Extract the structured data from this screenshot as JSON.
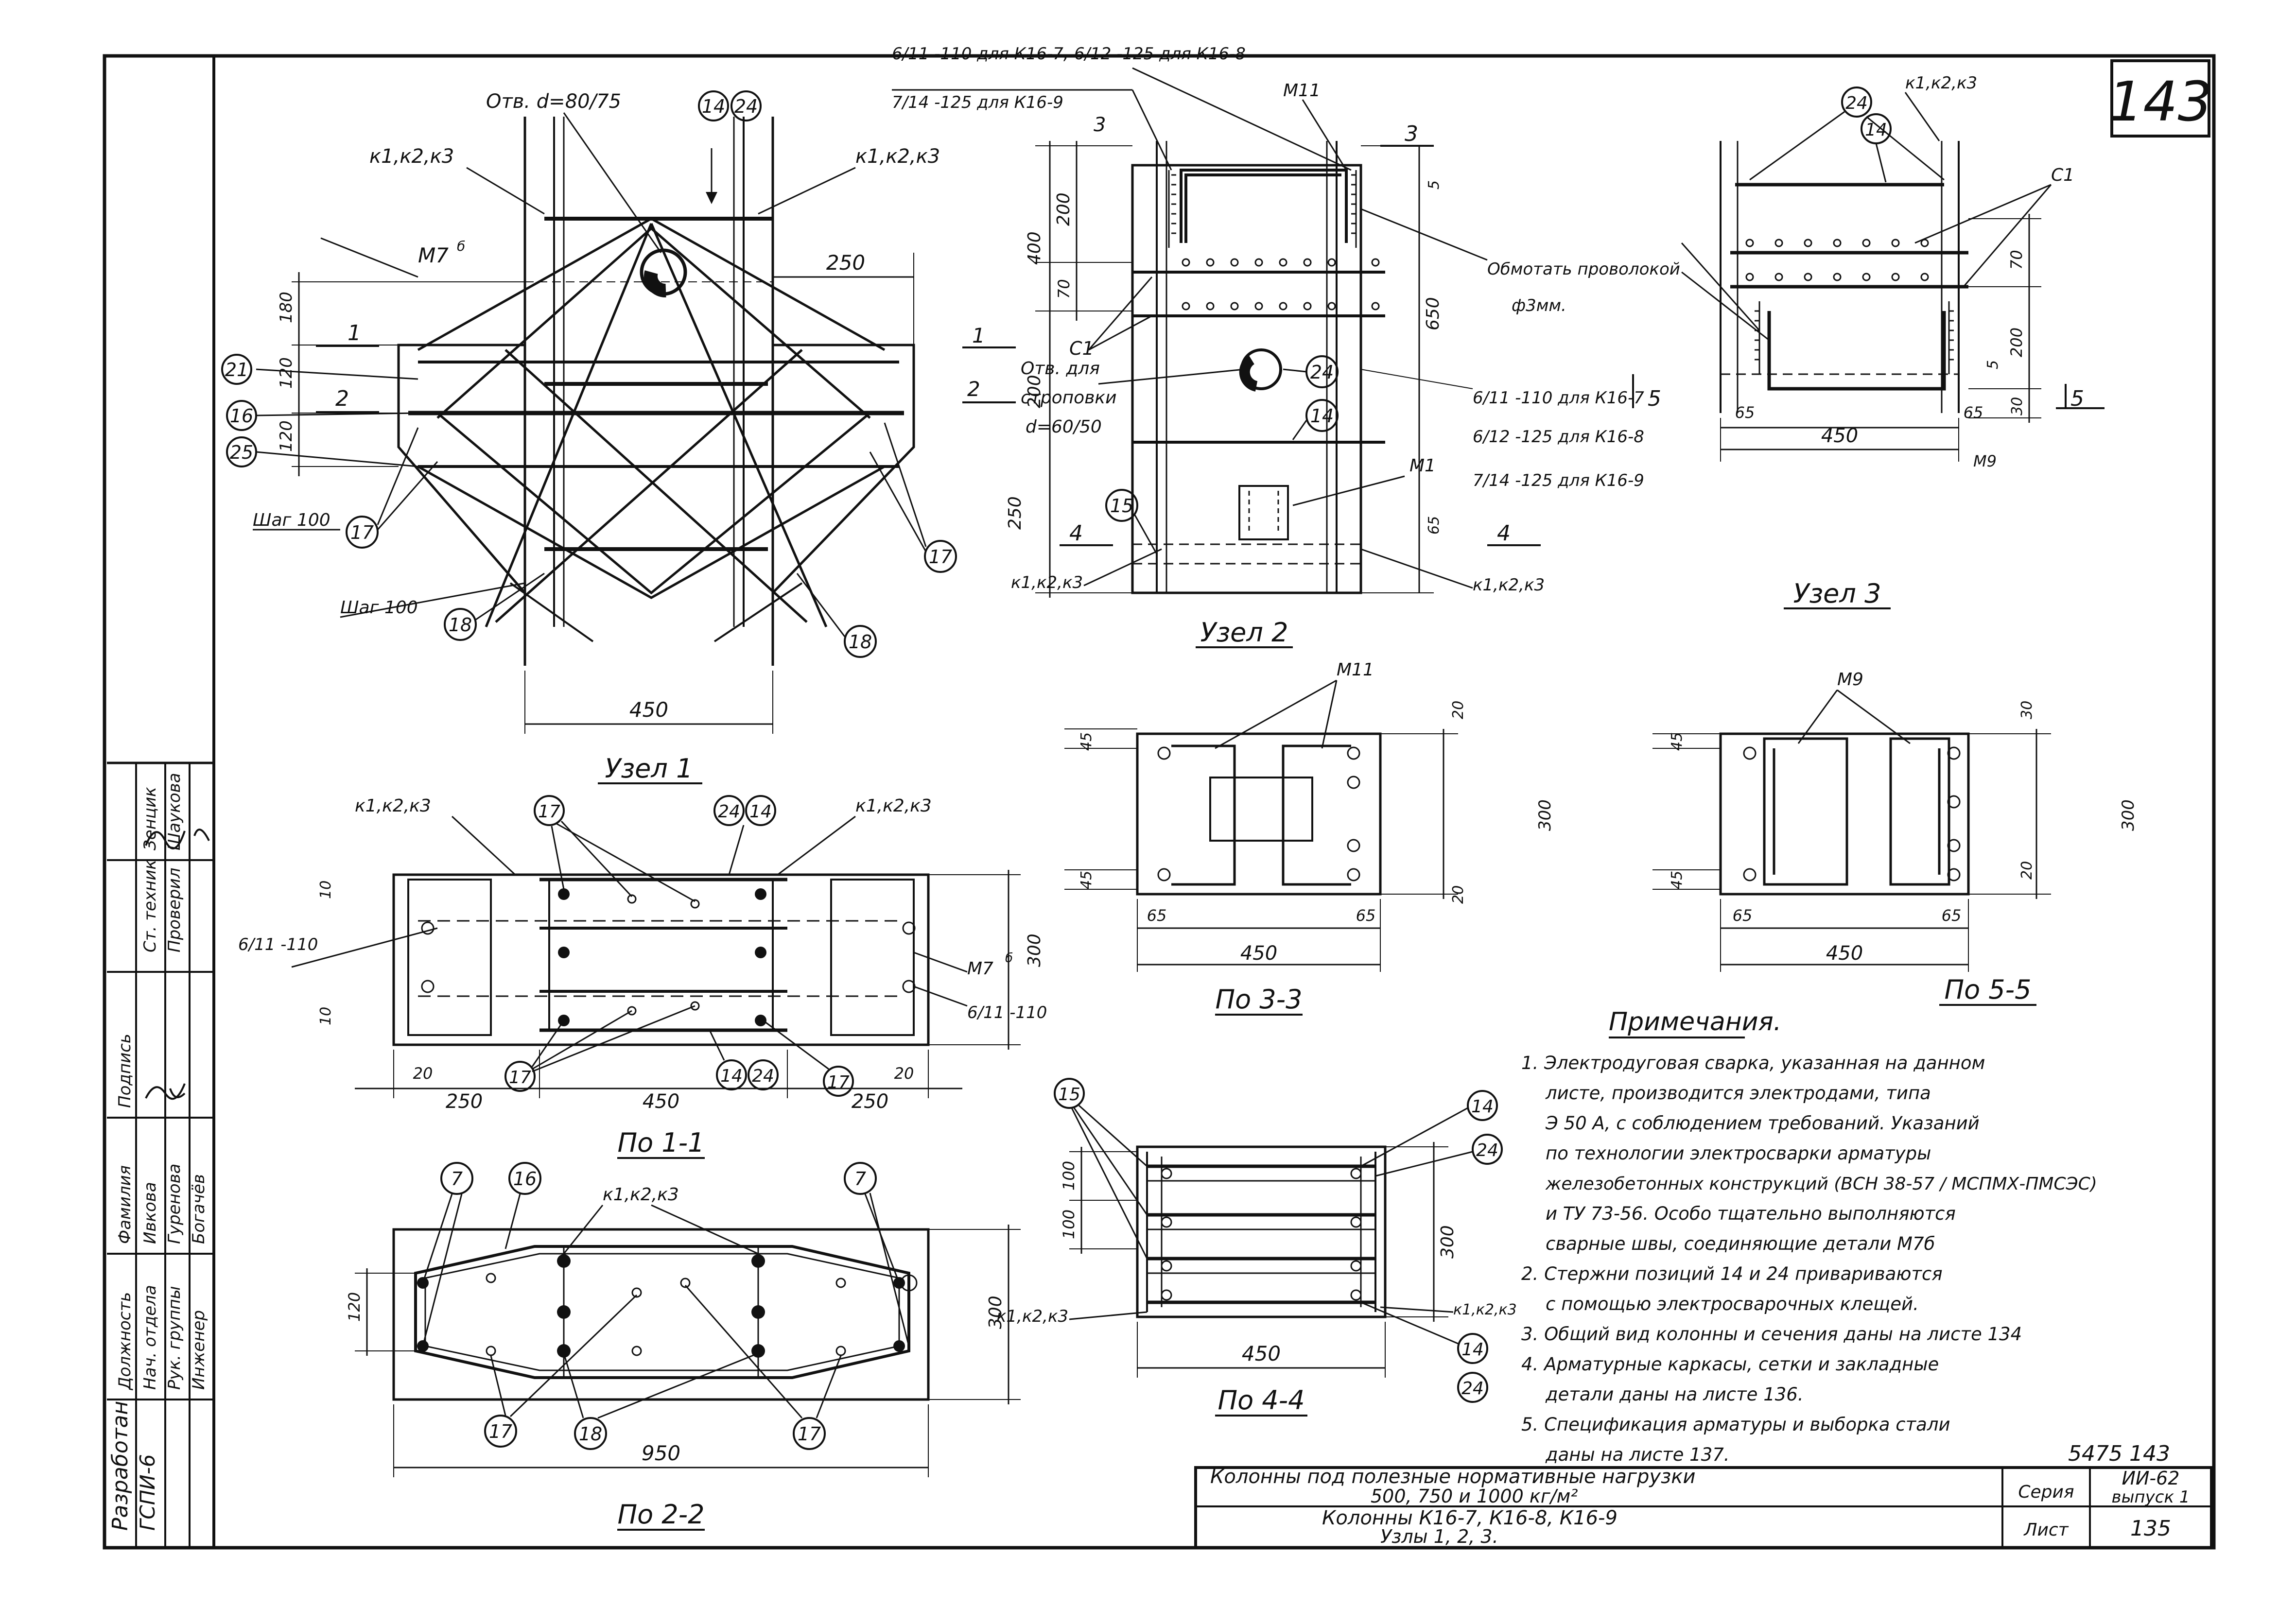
{
  "sheet": {
    "page_number": "143",
    "stamp_number": "5475 143"
  },
  "side_stamp": {
    "org": "ГСПИ-6",
    "rows": [
      {
        "role": "Разработан",
        "pos": "Нач. отдела",
        "name": "Ивкова",
        "sign": "Ив"
      },
      {
        "role": "",
        "pos": "Рук. группы",
        "name": "Гуренова",
        "sign": "Гу"
      },
      {
        "role": "",
        "pos": "Инженер",
        "name": "Богачёв",
        "sign": "Бо"
      },
      {
        "role": "",
        "pos": "Ст. техник",
        "name": "Зенцик",
        "sign": "Зе"
      },
      {
        "role": "",
        "pos": "Проверил",
        "name": "Шаукова",
        "sign": "Шау"
      }
    ],
    "col_heads": [
      "Должность",
      "Фамилия",
      "Подпись"
    ]
  },
  "node1": {
    "caption": "Узел 1",
    "hole_label": "Отв. d=80/75",
    "kark_left": "к1,к2,к3",
    "kark_right": "к1,к2,к3",
    "m7": "М7",
    "m7_sup": "б",
    "step1": "Шаг 100",
    "step2": "Шаг 100",
    "dim_450": "450",
    "dim_250": "250",
    "dim_180": "180",
    "dim_120a": "120",
    "dim_120b": "120",
    "sec_1": "1",
    "sec_2": "2",
    "bubbles": [
      "14",
      "24",
      "21",
      "16",
      "25",
      "17",
      "17",
      "18",
      "18"
    ]
  },
  "node2": {
    "caption": "Узел 2",
    "m11": "М11",
    "m1": "М1",
    "sec3": "3",
    "rebar_top_1": "6/11 -110 для К16-7,",
    "rebar_top_1b": "6/12 -125 для К16-8",
    "rebar_top_2": "7/14 -125 для К16-9",
    "hole2": "Отв. для",
    "hole2b": "строповки",
    "hole2c": "d=60/50",
    "c1": "С1",
    "kark_bl": "к1,к2,к3",
    "kark_br": "к1,к2,к3",
    "wrap": "Обмотать проволокой",
    "wrap2": "ф3мм.",
    "dims_v": [
      "400",
      "200",
      "70",
      "650",
      "200",
      "250",
      "5",
      "65"
    ],
    "rebar_notes": [
      "6/11 -110 для К16-7",
      "6/12 -125 для К16-8",
      "7/14 -125 для К16-9"
    ],
    "sec_labels": [
      "1",
      "2",
      "4",
      "4",
      "3"
    ],
    "bubbles": [
      "24",
      "14",
      "15"
    ]
  },
  "node3": {
    "caption": "Узел 3",
    "kark": "к1,к2,к3",
    "c1": "С1",
    "m9": "М9",
    "dim_450": "450",
    "dim_65a": "65",
    "dim_65b": "65",
    "dim_70": "70",
    "dim_200": "200",
    "dim_30": "30",
    "dim_5": "5",
    "sec5": "5",
    "bubbles": [
      "24",
      "14"
    ]
  },
  "sec33": {
    "caption": "По 3-3",
    "m11": "М11",
    "dims": [
      "45",
      "20",
      "300",
      "45",
      "20",
      "65",
      "65",
      "450"
    ]
  },
  "sec55": {
    "caption": "По 5-5",
    "m9": "М9",
    "dims": [
      "45",
      "30",
      "300",
      "45",
      "20",
      "65",
      "65",
      "450"
    ]
  },
  "sec11": {
    "caption": "По 1-1",
    "kark_l": "к1,к2,к3",
    "kark_r": "к1,к2,к3",
    "rebar_l": "6/11 -110",
    "rebar_r": "6/11 -110",
    "m7": "М7",
    "m7_sup": "б",
    "dims": [
      "250",
      "450",
      "250",
      "20",
      "20",
      "300",
      "10",
      "10"
    ],
    "bubbles": [
      "17",
      "24",
      "14",
      "17",
      "14",
      "24",
      "17"
    ]
  },
  "sec22": {
    "caption": "По 2-2",
    "kark": "к1,к2,к3",
    "dim_950": "950",
    "dim_300": "300",
    "dim_120": "120",
    "bubbles": [
      "7",
      "16",
      "7",
      "17",
      "18",
      "17"
    ]
  },
  "sec44": {
    "caption": "По 4-4",
    "kark_l": "к1,к2,к3",
    "kark_r": "к1,к2,к3",
    "dims": [
      "100",
      "100",
      "300",
      "450"
    ],
    "bubbles": [
      "15",
      "14",
      "24",
      "14",
      "24"
    ]
  },
  "notes": {
    "title": "Примечания.",
    "lines": [
      "1. Электродуговая сварка, указанная на данном",
      "листе, производится электродами, типа",
      "Э 50 А, с соблюдением требований. Указаний",
      "по технологии электросварки арматуры",
      "железобетонных конструкций (ВСН 38-57 / МСПМХ-ПМСЭС)",
      "и ТУ 73-56. Особо тщательно выполняются",
      "сварные швы, соединяющие детали М7б",
      "2. Стержни позиций 14 и 24 привариваются",
      "с помощью электросварочных клещей.",
      "3. Общий вид колонны и сечения даны на листе 134",
      "4. Арматурные каркасы, сетки и закладные",
      "детали даны на листе 136.",
      "5. Спецификация арматуры и выборка стали",
      "даны на листе 137."
    ]
  },
  "title_block": {
    "title1": "Колонны под полезные нормативные нагрузки",
    "title2": "500, 750 и 1000 кг/м²",
    "sub1": "Колонны К16-7, К16-8, К16-9",
    "sub2": "Узлы 1, 2, 3.",
    "seria_label": "Серия",
    "seria_value": "ИИ-62",
    "vypusk": "выпуск 1",
    "list_label": "Лист",
    "list_value": "135"
  }
}
